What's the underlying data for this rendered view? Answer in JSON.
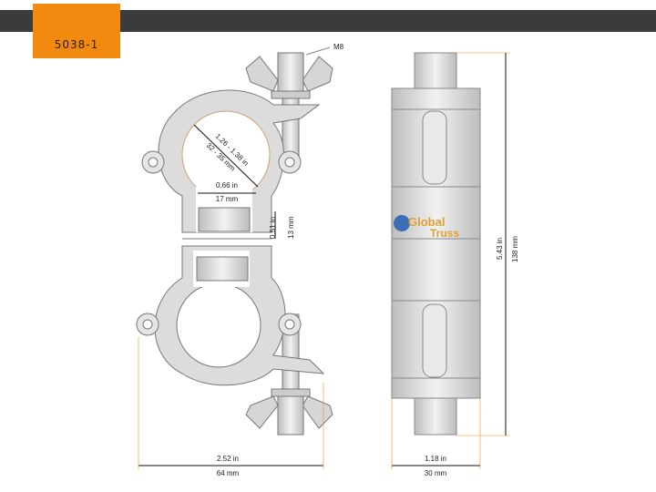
{
  "header": {
    "part_number": "5038-1"
  },
  "colors": {
    "accent": "#f18a0e",
    "bar": "#3b3b3b",
    "metal": "#d9d9d9",
    "logo_text": "#e0a030",
    "logo_globe": "#3b6fb5"
  },
  "labels": {
    "thread": "M8",
    "tube_diameter_in": "1.26 - 1.38 in",
    "tube_diameter_mm": "32 - 35 mm",
    "gap_in": "0.66 in",
    "gap_mm": "17 mm",
    "spacer_in": "0.51 in",
    "spacer_mm": "13 mm",
    "width_in": "2.52 in",
    "width_mm": "64 mm",
    "depth_in": "1.18 in",
    "depth_mm": "30 mm",
    "height_in": "5.43 in",
    "height_mm": "138 mm"
  },
  "logo": {
    "line1": "Global",
    "line2": "Truss"
  }
}
